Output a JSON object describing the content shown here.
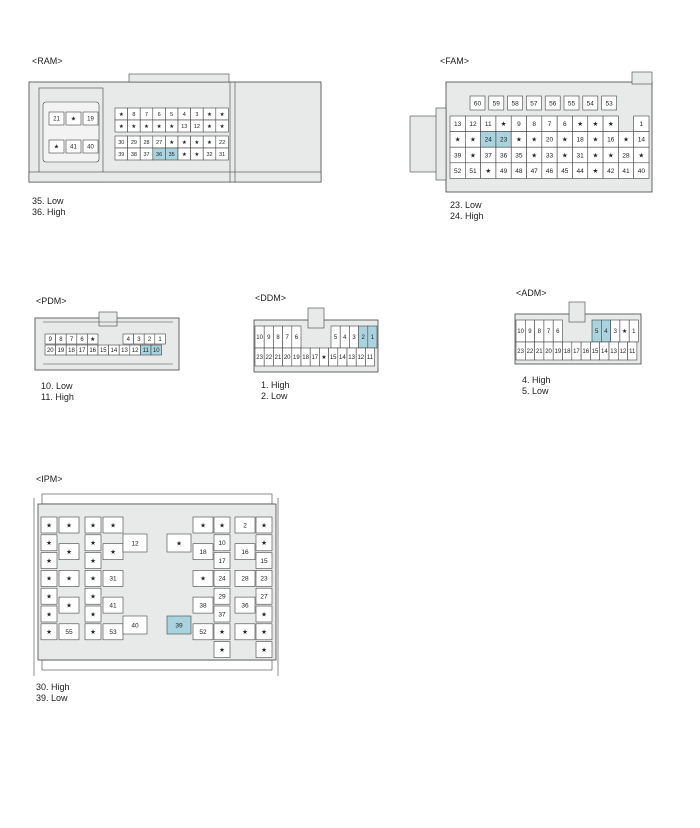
{
  "connectors": {
    "ram": {
      "title": "<RAM>",
      "notes": [
        "35. Low",
        "36. High"
      ],
      "left_block": {
        "row1": [
          "21",
          "★",
          "19"
        ],
        "row2": [
          "★",
          "41",
          "40"
        ]
      },
      "grid": [
        [
          "★",
          "8",
          "7",
          "6",
          "5",
          "4",
          "3",
          "★",
          "★"
        ],
        [
          "★",
          "★",
          "★",
          "★",
          "★",
          "13",
          "12",
          "★",
          "★"
        ],
        [
          "30",
          "29",
          "28",
          "27",
          "★",
          "★",
          "★",
          "★",
          "22"
        ],
        [
          "39",
          "38",
          "37",
          "36",
          "35",
          "★",
          "★",
          "32",
          "31"
        ]
      ],
      "highlighted": [
        "36",
        "35"
      ]
    },
    "fam": {
      "title": "<FAM>",
      "notes": [
        "23. Low",
        "24. High"
      ],
      "top_row": [
        "60",
        "59",
        "58",
        "57",
        "56",
        "55",
        "54",
        "53"
      ],
      "grid": [
        [
          "13",
          "12",
          "11",
          "★",
          "9",
          "8",
          "7",
          "6",
          "★",
          "★",
          "★",
          "1"
        ],
        [
          "★",
          "★",
          "24",
          "23",
          "★",
          "★",
          "20",
          "★",
          "18",
          "★",
          "16",
          "★",
          "14"
        ],
        [
          "39",
          "★",
          "37",
          "36",
          "35",
          "★",
          "33",
          "★",
          "31",
          "★",
          "★",
          "28",
          "★"
        ],
        [
          "52",
          "51",
          "★",
          "49",
          "48",
          "47",
          "46",
          "45",
          "44",
          "★",
          "42",
          "41",
          "40"
        ]
      ],
      "highlighted": [
        "24",
        "23"
      ]
    },
    "pdm": {
      "title": "<PDM>",
      "notes": [
        "10. Low",
        "11. High"
      ],
      "row1_left": [
        "9",
        "8",
        "7",
        "6",
        "★"
      ],
      "row1_right": [
        "4",
        "3",
        "2",
        "1"
      ],
      "row2": [
        "20",
        "19",
        "18",
        "17",
        "16",
        "15",
        "14",
        "13",
        "12",
        "11",
        "10"
      ],
      "highlighted": [
        "11",
        "10"
      ]
    },
    "ddm": {
      "title": "<DDM>",
      "notes": [
        "1. High",
        "2. Low"
      ],
      "row1_left": [
        "10",
        "9",
        "8",
        "7",
        "6"
      ],
      "row1_right": [
        "5",
        "4",
        "3",
        "2",
        "1"
      ],
      "row2": [
        "23",
        "22",
        "21",
        "20",
        "19",
        "18",
        "17",
        "★",
        "15",
        "14",
        "13",
        "12",
        "11"
      ],
      "highlighted": [
        "2",
        "1"
      ]
    },
    "adm": {
      "title": "<ADM>",
      "notes": [
        "4. High",
        "5. Low"
      ],
      "row1_left": [
        "10",
        "9",
        "8",
        "7",
        "6"
      ],
      "row1_right": [
        "5",
        "4",
        "3",
        "★",
        "1"
      ],
      "row2": [
        "23",
        "22",
        "21",
        "20",
        "19",
        "18",
        "17",
        "16",
        "15",
        "14",
        "13",
        "12",
        "11"
      ],
      "highlighted": [
        "5",
        "4"
      ]
    },
    "ipm": {
      "title": "<IPM>",
      "notes": [
        "30. High",
        "39. Low"
      ],
      "col_a": [
        "★",
        "★",
        "★",
        "★",
        "★",
        "★",
        "★"
      ],
      "col_b": [
        "★",
        "★",
        "★",
        "★",
        "55"
      ],
      "col_c": [
        "★",
        "★",
        "★",
        "★",
        "★",
        "★",
        "★"
      ],
      "col_d": [
        "★",
        "★",
        "31",
        "41",
        "53"
      ],
      "mid": [
        "12",
        "★",
        "40",
        "39"
      ],
      "col_e": [
        "★",
        "18",
        "★",
        "38",
        "52"
      ],
      "col_f": [
        "★",
        "10",
        "17",
        "24",
        "29",
        "37",
        "★",
        "★"
      ],
      "col_g": [
        "2",
        "16",
        "28",
        "36",
        "★"
      ],
      "col_h": [
        "★",
        "★",
        "15",
        "23",
        "27",
        "★",
        "★",
        "★"
      ],
      "highlighted": [
        "39"
      ]
    }
  },
  "colors": {
    "body": "#e8eaea",
    "stroke": "#444444",
    "highlight": "#a9d3df",
    "cell": "#ffffff"
  }
}
